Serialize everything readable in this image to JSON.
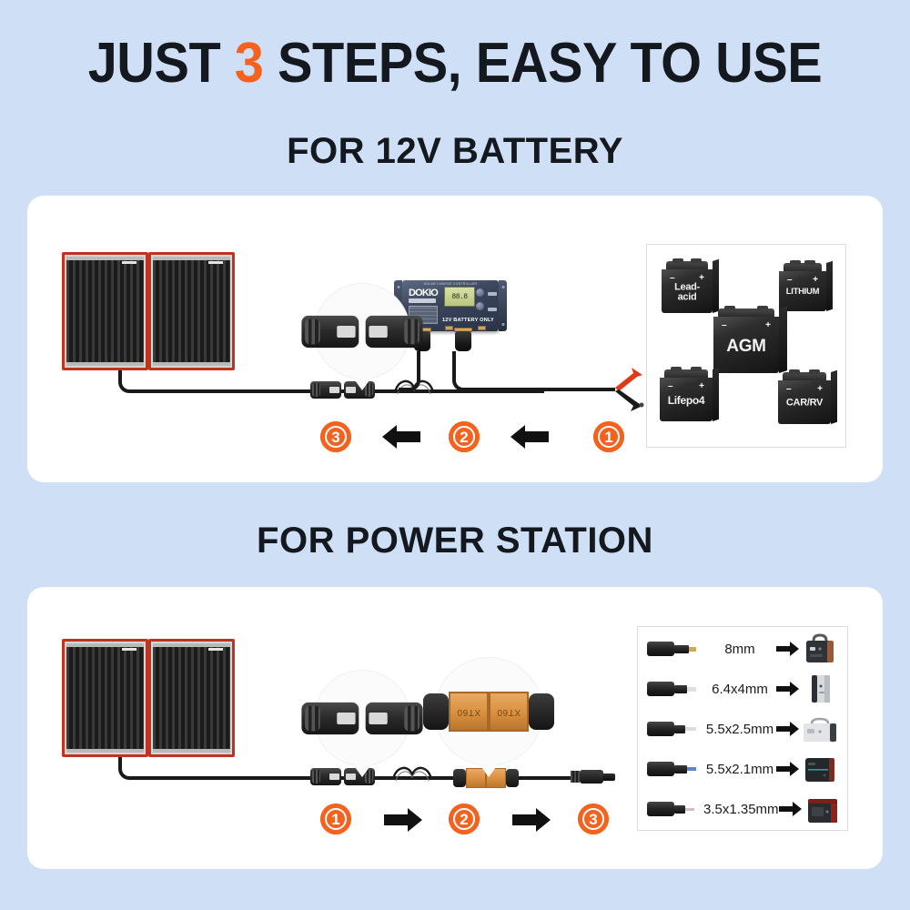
{
  "header": {
    "title_part1": "JUST ",
    "title_accent": "3",
    "title_part2": " STEPS, EASY TO USE"
  },
  "sections": [
    {
      "id": "for-12v-battery",
      "heading": "FOR 12V BATTERY",
      "steps": [
        {
          "number": "3",
          "arrow": "left-arrow"
        },
        {
          "number": "2",
          "arrow": "left-arrow"
        },
        {
          "number": "1",
          "arrow": null
        }
      ],
      "controller": {
        "header_text": "SOLAR CHARGE CONTROLLER",
        "brand": "DOKIO",
        "display_value": "88.8",
        "label": "12V BATTERY ONLY"
      },
      "callouts": [
        {
          "name": "sae-connector-callout",
          "type": "sae"
        }
      ],
      "battery_types": [
        {
          "label": "Lead-\nacid",
          "minus": "–",
          "plus": "+"
        },
        {
          "label": "LITHIUM",
          "minus": "–",
          "plus": "+"
        },
        {
          "label": "AGM",
          "minus": "–",
          "plus": "+"
        },
        {
          "label": "Lifepo4",
          "minus": "–",
          "plus": "+"
        },
        {
          "label": "CAR/RV",
          "minus": "–",
          "plus": "+"
        }
      ]
    },
    {
      "id": "for-power-station",
      "heading": "FOR POWER STATION",
      "steps": [
        {
          "number": "1",
          "arrow": "right-arrow"
        },
        {
          "number": "2",
          "arrow": "right-arrow"
        },
        {
          "number": "3",
          "arrow": null
        }
      ],
      "callouts": [
        {
          "name": "sae-connector-callout",
          "type": "sae"
        },
        {
          "name": "xt60-connector-callout",
          "type": "xt60",
          "label_left": "XT60",
          "label_right": "XT60"
        }
      ],
      "adapters": [
        {
          "size": "8mm",
          "arrow": "right-arrow",
          "device": "power-station-compact"
        },
        {
          "size": "6.4x4mm",
          "arrow": "right-arrow",
          "device": "power-station-slim"
        },
        {
          "size": "5.5x2.5mm",
          "arrow": "right-arrow",
          "device": "power-station-silver"
        },
        {
          "size": "5.5x2.1mm",
          "arrow": "right-arrow",
          "device": "power-station-teal"
        },
        {
          "size": "3.5x1.35mm",
          "arrow": "right-arrow",
          "device": "power-station-red"
        }
      ]
    }
  ],
  "colors": {
    "background": "#cfdff5",
    "panel": "#ffffff",
    "accent": "#f4621f",
    "text": "#14181f",
    "solar_frame": "#c0341f",
    "xt60": "#d98f3e"
  }
}
